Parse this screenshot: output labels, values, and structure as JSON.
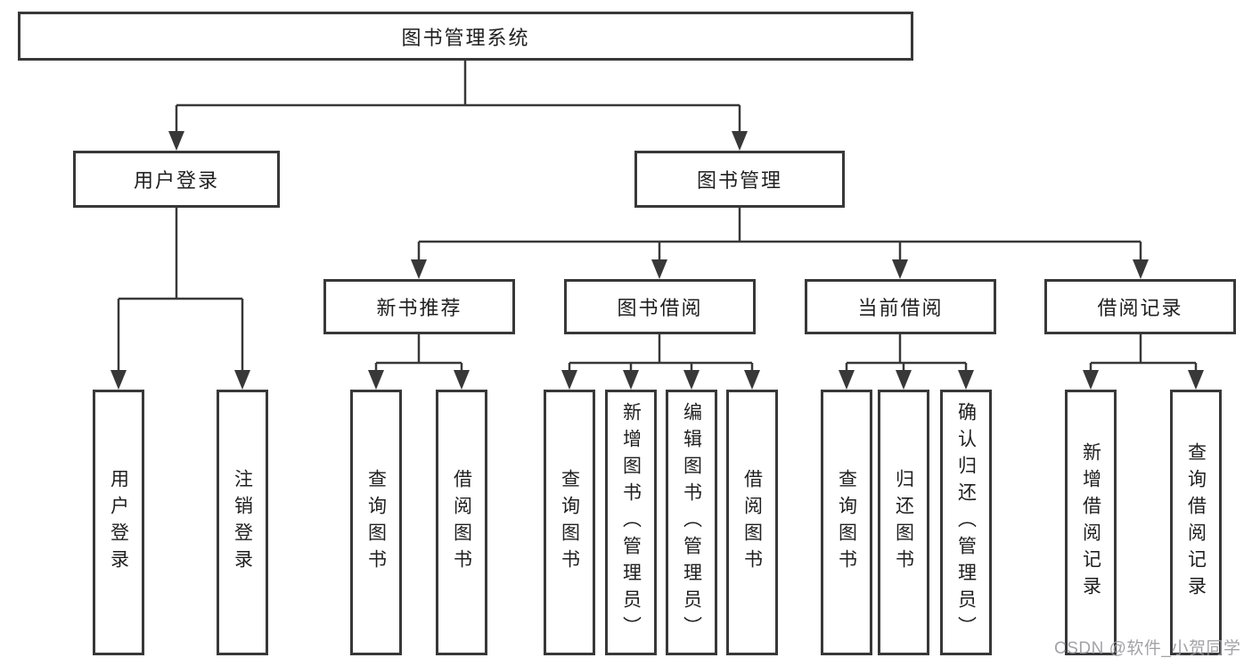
{
  "diagram": {
    "title": "图书管理系统",
    "type": "hierarchy",
    "colors": {
      "line": "#383838",
      "box_border": "#383838",
      "box_fill": "#ffffff",
      "text": "#1f1f1f",
      "watermark": "#98989e"
    },
    "nodes": {
      "root": "图书管理系统",
      "user_login": "用户登录",
      "book_mgmt": "图书管理",
      "new_book_rec": "新书推荐",
      "book_borrow": "图书借阅",
      "current_borrow": "当前借阅",
      "borrow_records": "借阅记录",
      "leaf_user_login": "用户登录",
      "leaf_logout": "注销登录",
      "leaf_nbr_query": "查询图书",
      "leaf_nbr_borrow": "借阅图书",
      "leaf_bb_query": "查询图书",
      "leaf_bb_add": "新增图书（管理员）",
      "leaf_bb_edit": "编辑图书（管理员）",
      "leaf_bb_borrow": "借阅图书",
      "leaf_cb_query": "查询图书",
      "leaf_cb_return": "归还图书",
      "leaf_cb_confirm": "确认归还（管理员）",
      "leaf_br_add": "新增借阅记录",
      "leaf_br_query": "查询借阅记录"
    },
    "edges": [
      [
        "root",
        "user_login"
      ],
      [
        "root",
        "book_mgmt"
      ],
      [
        "user_login",
        "leaf_user_login"
      ],
      [
        "user_login",
        "leaf_logout"
      ],
      [
        "book_mgmt",
        "new_book_rec"
      ],
      [
        "book_mgmt",
        "book_borrow"
      ],
      [
        "book_mgmt",
        "current_borrow"
      ],
      [
        "book_mgmt",
        "borrow_records"
      ],
      [
        "new_book_rec",
        "leaf_nbr_query"
      ],
      [
        "new_book_rec",
        "leaf_nbr_borrow"
      ],
      [
        "book_borrow",
        "leaf_bb_query"
      ],
      [
        "book_borrow",
        "leaf_bb_add"
      ],
      [
        "book_borrow",
        "leaf_bb_edit"
      ],
      [
        "book_borrow",
        "leaf_bb_borrow"
      ],
      [
        "current_borrow",
        "leaf_cb_query"
      ],
      [
        "current_borrow",
        "leaf_cb_return"
      ],
      [
        "current_borrow",
        "leaf_cb_confirm"
      ],
      [
        "borrow_records",
        "leaf_br_add"
      ],
      [
        "borrow_records",
        "leaf_br_query"
      ]
    ],
    "watermark": "CSDN @软件_小贺同学"
  }
}
